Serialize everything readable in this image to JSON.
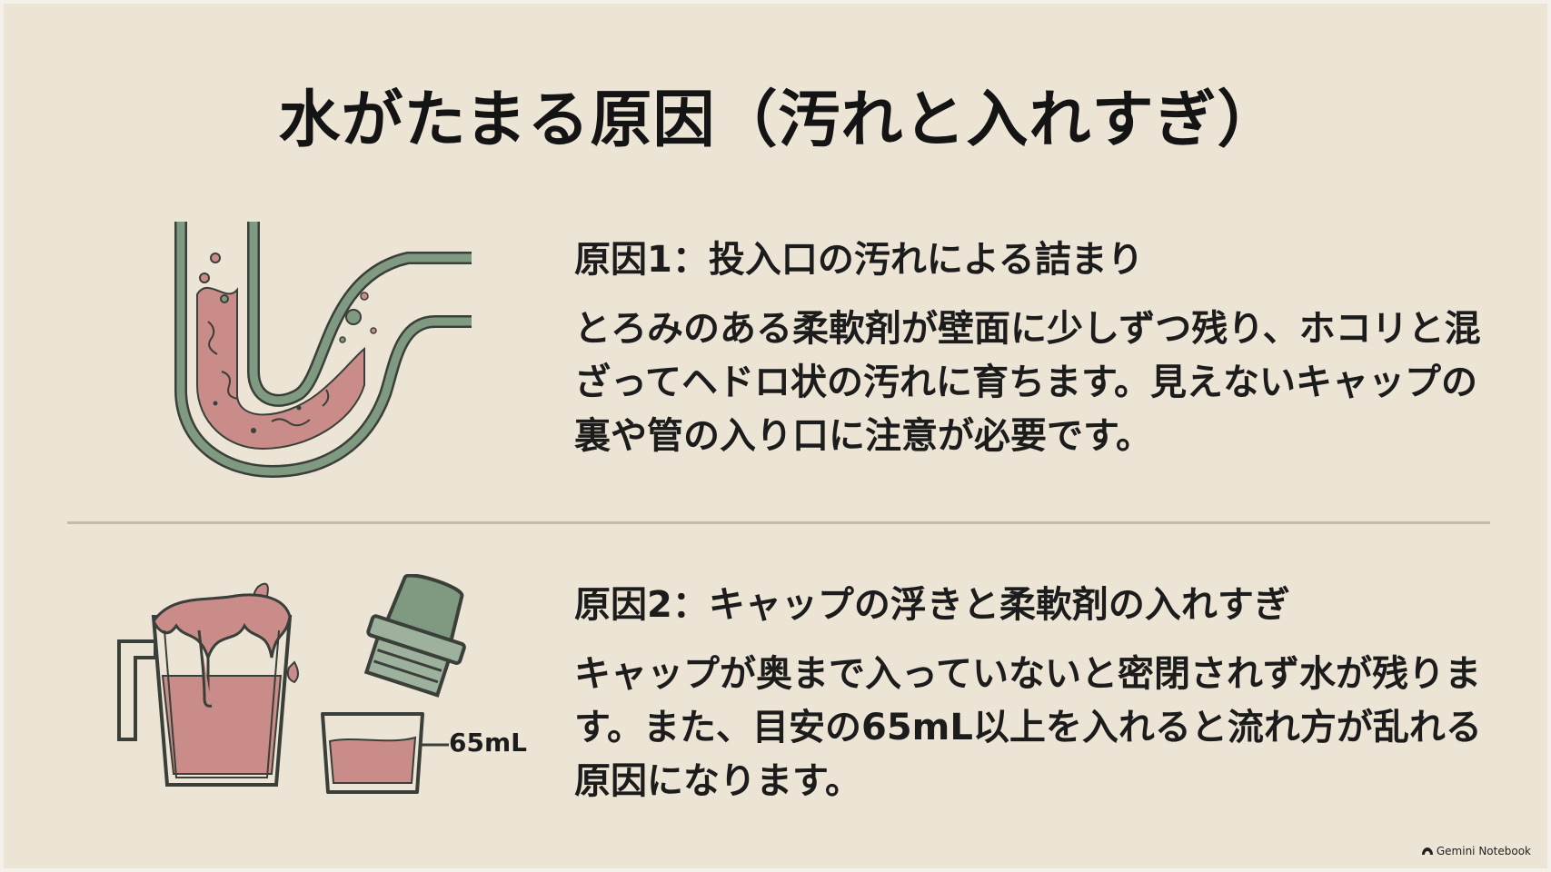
{
  "title": "水がたまる原因（汚れと入れすぎ）",
  "cause1": {
    "heading": "原因1：投入口の汚れによる詰まり",
    "body": "とろみのある柔軟剤が壁面に少しずつ残り、ホコリと混ざってヘドロ状の汚れに育ちます。見えないキャップの裏や管の入り口に注意が必要です。"
  },
  "cause2": {
    "heading": "原因2：キャップの浮きと柔軟剤の入れすぎ",
    "body": "キャップが奥まで入っていないと密閉されず水が残ります。また、目安の65mL以上を入れると流れ方が乱れる原因になります。",
    "measure_label": "65mL"
  },
  "brand": {
    "label": "Gemini Notebook"
  },
  "colors": {
    "background": "#ece5d5",
    "pipe_green": "#7f9a81",
    "sludge_pink": "#c98c88",
    "outline": "#3a3f39",
    "divider": "#c2bdac"
  }
}
